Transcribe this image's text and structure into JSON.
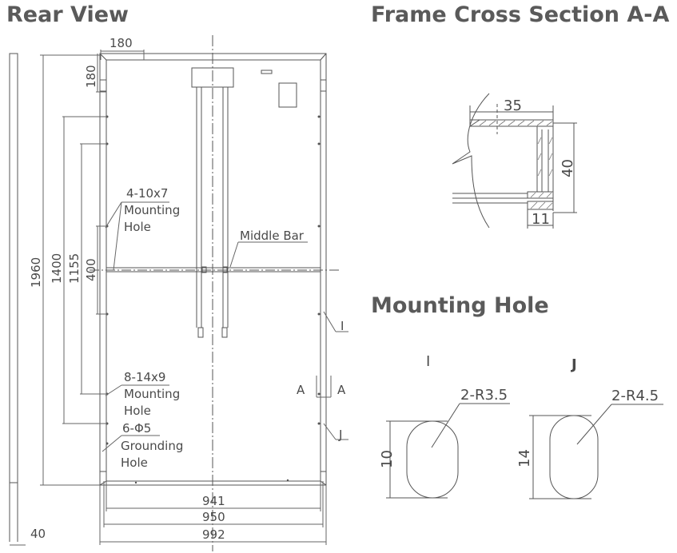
{
  "headings": {
    "rear_view": "Rear View",
    "frame_cross_section": "Frame Cross Section A-A",
    "mounting_hole": "Mounting Hole"
  },
  "rear_view": {
    "dims": {
      "top_offset_h": "180",
      "top_offset_v": "180",
      "height_1960": "1960",
      "span_1400": "1400",
      "span_1155": "1155",
      "span_400": "400",
      "width_941": "941",
      "width_950": "950",
      "width_992": "992",
      "side_thickness": "40"
    },
    "labels": {
      "mounting_hole_small_code": "4-10x7",
      "mounting_hole_small_line1": "Mounting",
      "mounting_hole_small_line2": "Hole",
      "middle_bar": "Middle Bar",
      "mounting_hole_large_code": "8-14x9",
      "mounting_hole_large_line1": "Mounting",
      "mounting_hole_large_line2": "Hole",
      "grounding_code": "6-Φ5",
      "grounding_line1": "Grounding",
      "grounding_line2": "Hole",
      "detail_i": "I",
      "detail_j": "J",
      "section_a_left": "A",
      "section_a_right": "A"
    }
  },
  "cross_section": {
    "dims": {
      "width": "35",
      "height": "40",
      "lip": "11"
    }
  },
  "mounting_hole": {
    "i": {
      "title": "I",
      "radius": "2-R3.5",
      "height": "10"
    },
    "j": {
      "title": "J",
      "radius": "2-R4.5",
      "height": "14"
    }
  }
}
